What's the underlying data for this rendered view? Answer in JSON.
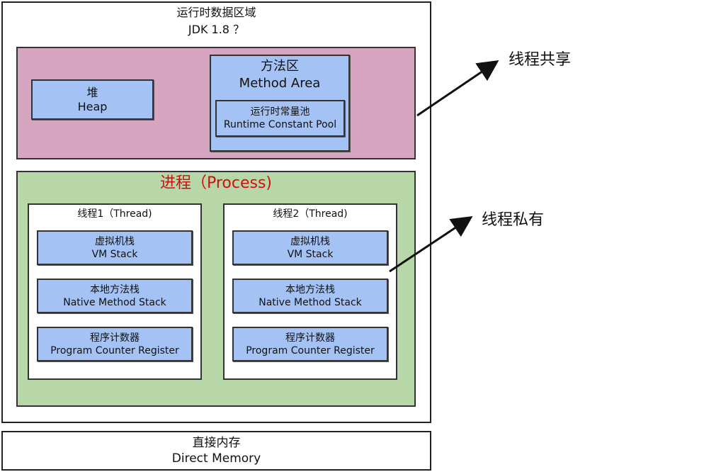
{
  "runtime": {
    "title": "运行时数据区域",
    "subtitle": "JDK 1.8 ？"
  },
  "heap": {
    "cn": "堆",
    "en": "Heap"
  },
  "method_area": {
    "cn": "方法区",
    "en": "Method Area",
    "pool": {
      "cn": "运行时常量池",
      "en": "Runtime Constant Pool"
    }
  },
  "process": {
    "title": "进程（Process)"
  },
  "threads": [
    {
      "title": "线程1（Thread)"
    },
    {
      "title": "线程2（Thread)"
    }
  ],
  "stack_items": [
    {
      "cn": "虚拟机栈",
      "en": "VM Stack"
    },
    {
      "cn": "本地方法栈",
      "en": "Native Method Stack"
    },
    {
      "cn": "程序计数器",
      "en": "Program Counter Register"
    }
  ],
  "direct_memory": {
    "cn": "直接内存",
    "en": "Direct Memory"
  },
  "side_labels": {
    "shared": "线程共享",
    "private": "线程私有"
  }
}
